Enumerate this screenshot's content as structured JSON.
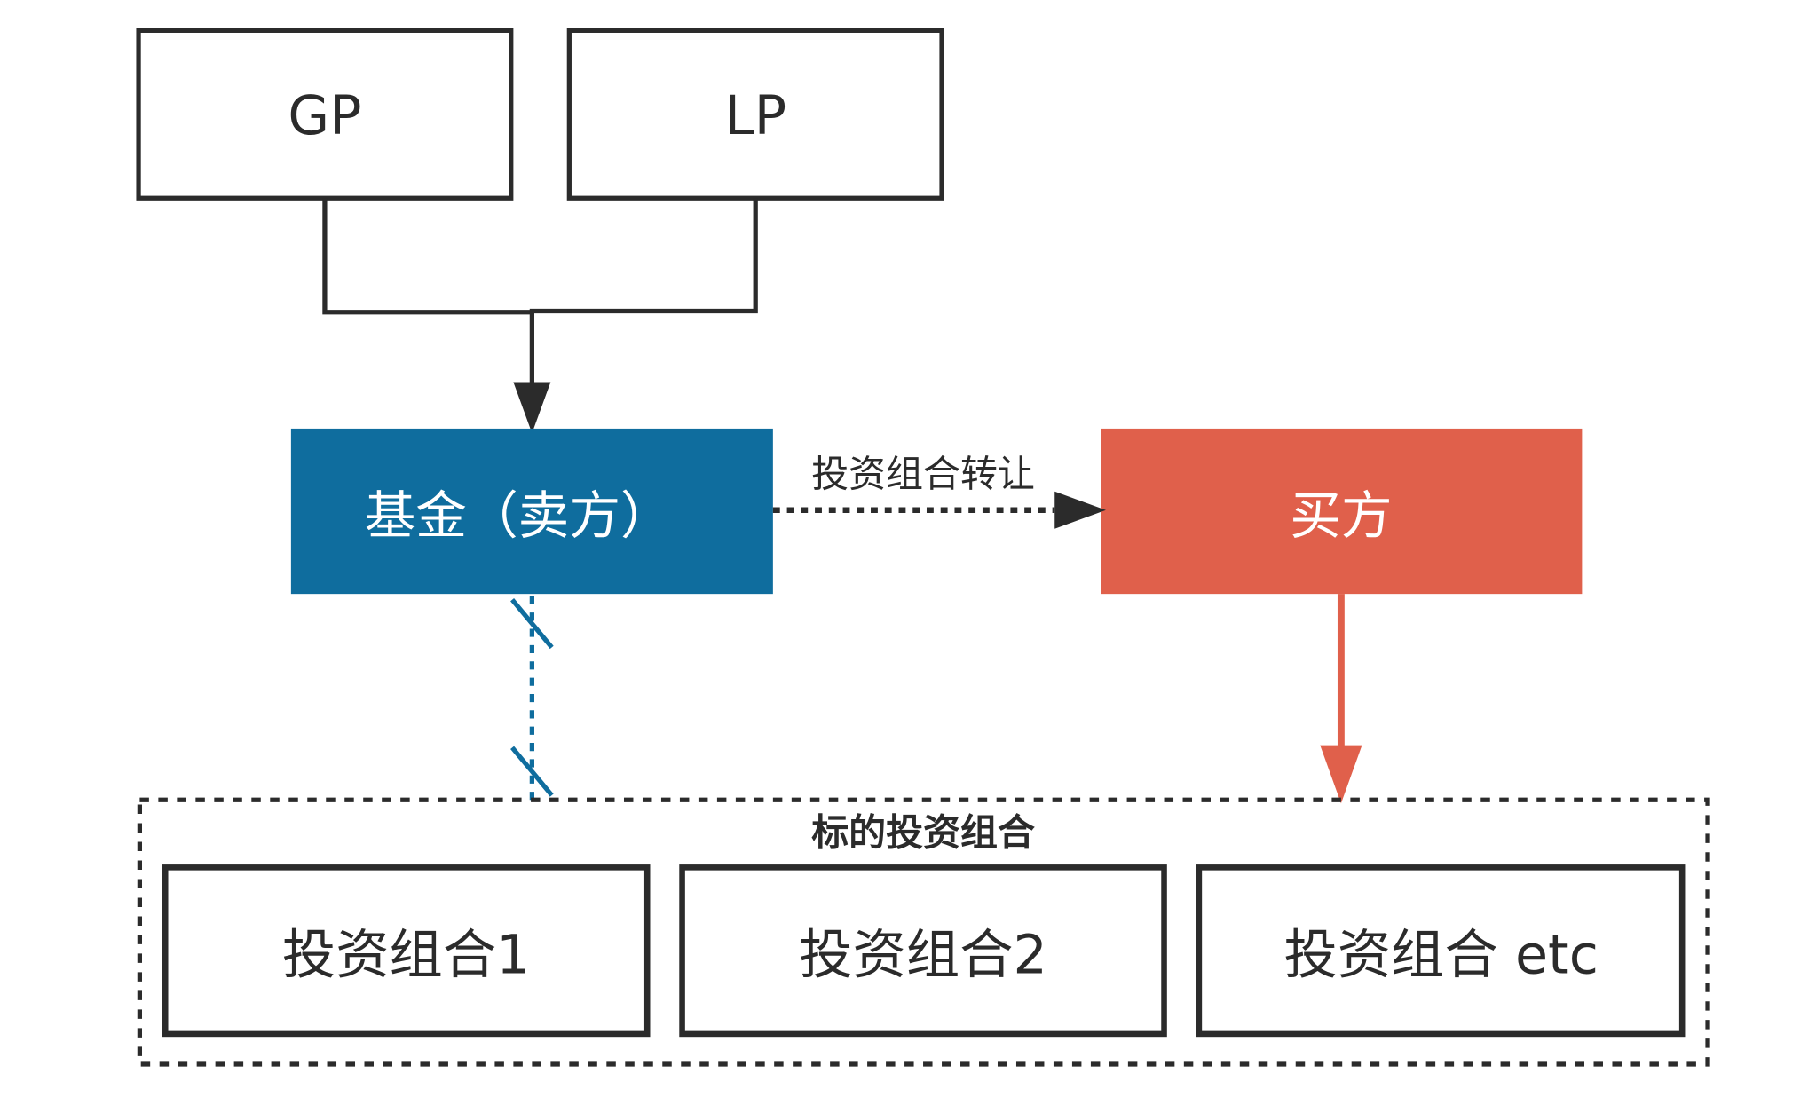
{
  "nodes": {
    "gp": "GP",
    "lp": "LP",
    "fund": "基金（卖方）",
    "buyer": "买方",
    "portfolio_group": "标的投资组合",
    "portfolio1": "投资组合1",
    "portfolio2": "投资组合2",
    "portfolio_etc": "投资组合 etc"
  },
  "edges": {
    "transfer_label": "投资组合转让"
  },
  "colors": {
    "fund": "#0f6d9e",
    "buyer": "#e0604b",
    "stroke": "#2b2b2b"
  }
}
